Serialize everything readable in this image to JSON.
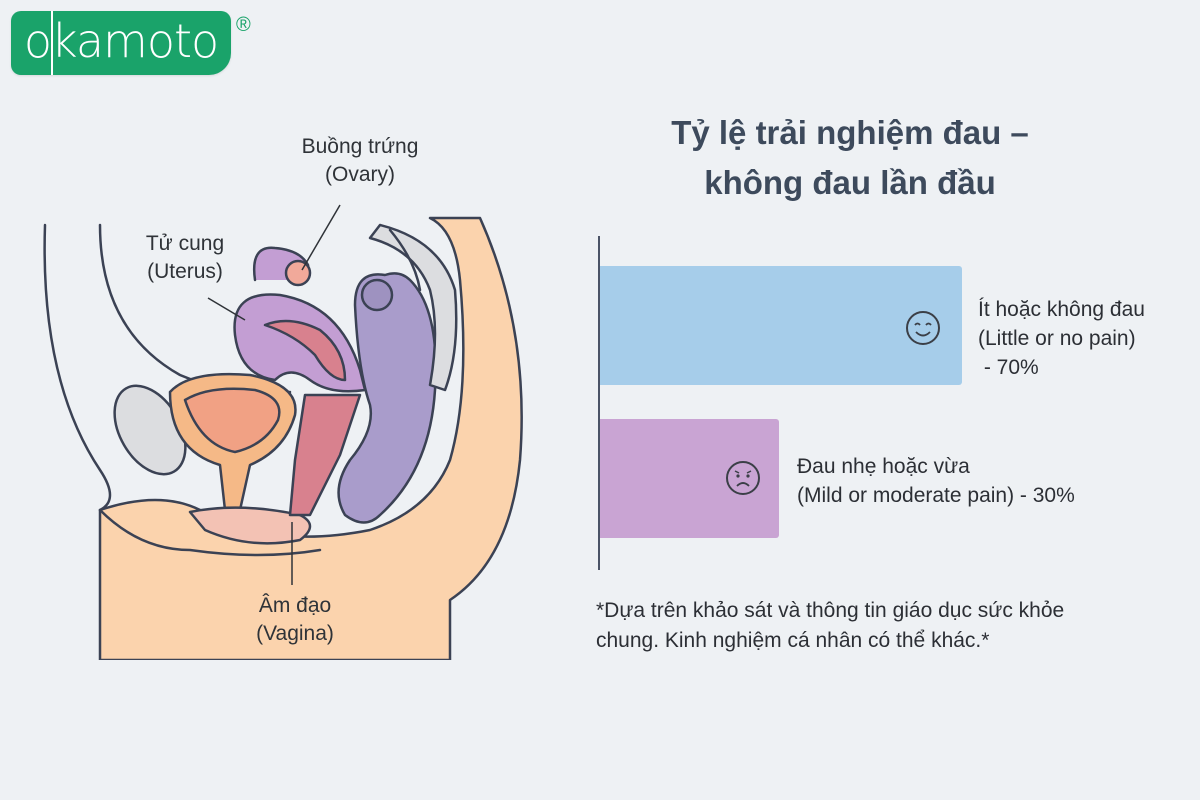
{
  "brand": {
    "logo_text": "okamoto",
    "registered_mark": "®",
    "color": "#1aa36a"
  },
  "anatomy": {
    "labels": {
      "ovary_vi": "Buồng trứng",
      "ovary_en": "(Ovary)",
      "uterus_vi": "Tử cung",
      "uterus_en": "(Uterus)",
      "vagina_vi": "Âm đạo",
      "vagina_en": "(Vagina)"
    }
  },
  "chart": {
    "title_line1": "Tỷ lệ trải nghiệm đau –",
    "title_line2": "không đau lần đầu",
    "bars": [
      {
        "label_vi": "Ít hoặc không đau",
        "label_en": "(Little or no pain)",
        "value_text": " - 70%",
        "icon": "smiling-face-icon",
        "color": "#a6cdea"
      },
      {
        "label_vi": "Đau nhẹ hoặc vừa",
        "label_en": "(Mild or moderate pain) - 30%",
        "icon": "worried-face-icon",
        "color": "#c9a4d3"
      }
    ],
    "footnote_line1": "*Dựa trên khảo sát và thông tin giáo dục sức khỏe",
    "footnote_line2": "chung. Kinh nghiệm cá nhân có thể khác.*"
  },
  "chart_data": {
    "type": "bar",
    "orientation": "horizontal",
    "title": "Tỷ lệ trải nghiệm đau – không đau lần đầu",
    "categories": [
      "Ít hoặc không đau (Little or no pain)",
      "Đau nhẹ hoặc vừa (Mild or moderate pain)"
    ],
    "values": [
      70,
      30
    ],
    "unit": "%",
    "colors": [
      "#a6cdea",
      "#c9a4d3"
    ],
    "xlabel": "",
    "ylabel": "",
    "grid": false,
    "legend": "none (inline labels)",
    "annotations": [
      "*Dựa trên khảo sát và thông tin giáo dục sức khỏe chung. Kinh nghiệm cá nhân có thể khác.*"
    ]
  }
}
